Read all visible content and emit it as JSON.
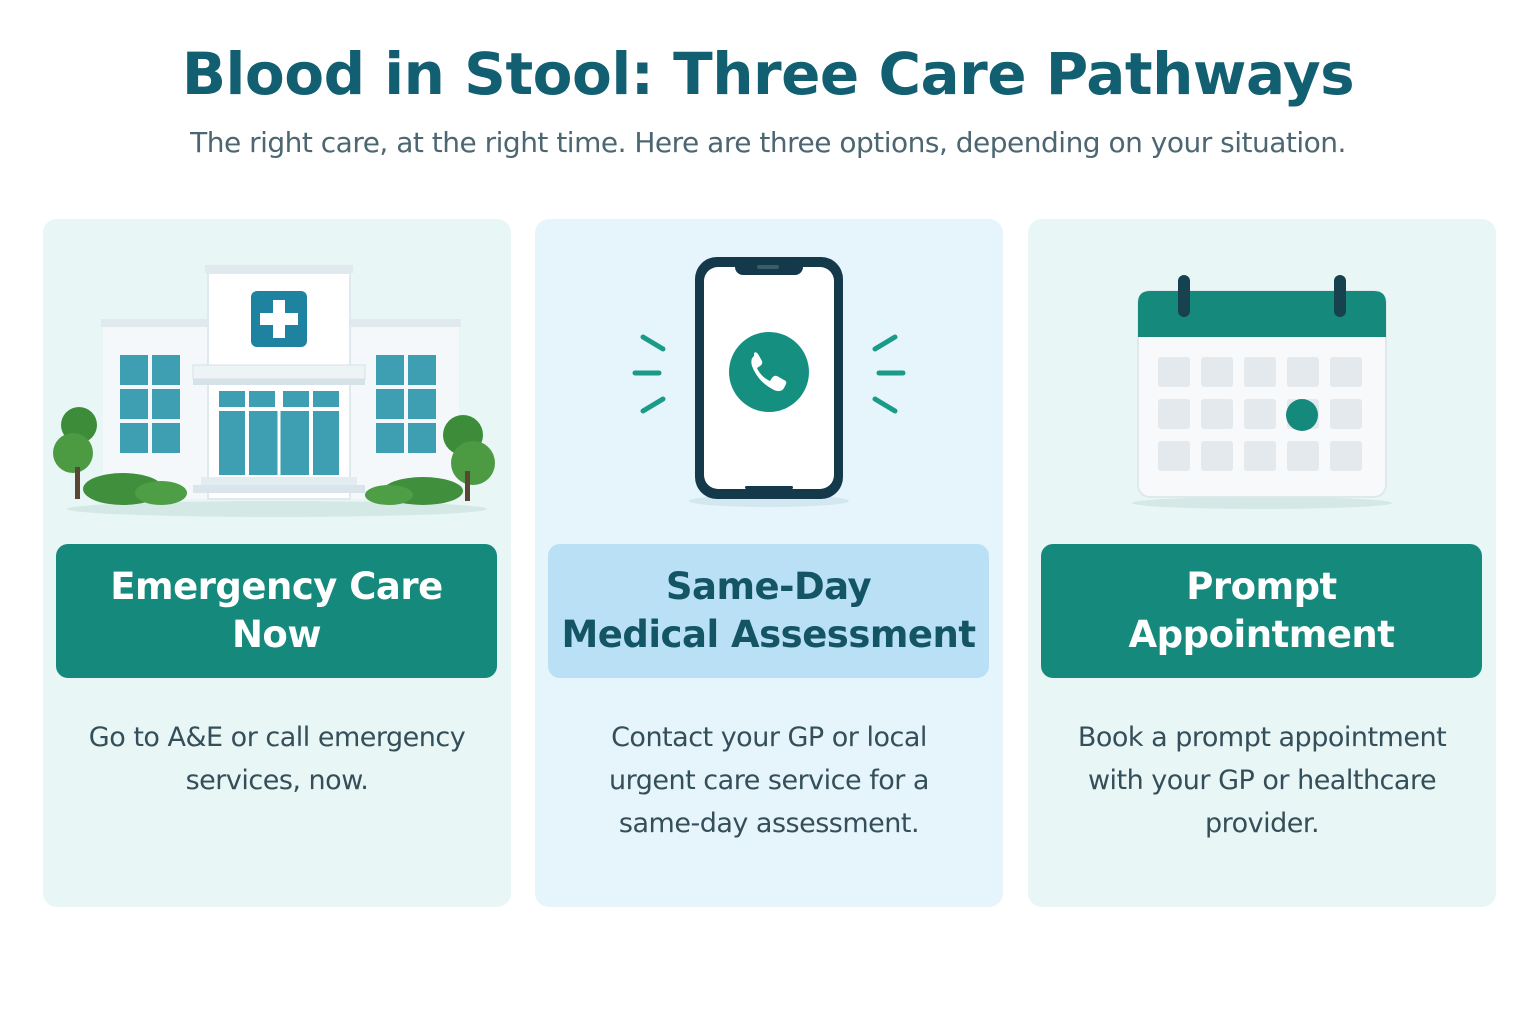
{
  "header": {
    "title": "Blood in Stool: Three Care Pathways",
    "subtitle": "The right care, at the right time. Here are three options, depending on your situation."
  },
  "cards": [
    {
      "icon": "hospital-icon",
      "title_line1": "Emergency Care",
      "title_line2": "Now",
      "description": "Go to A&E or call emergency services, now.",
      "banner_color": "#158a7c"
    },
    {
      "icon": "phone-call-icon",
      "title_line1": "Same-Day",
      "title_line2": "Medical Assessment",
      "description": "Contact your GP or local urgent care service for a same-day assessment.",
      "banner_color": "#b9e0f4"
    },
    {
      "icon": "calendar-icon",
      "title_line1": "Prompt",
      "title_line2": "Appointment",
      "description": "Book a prompt appointment with your GP or healthcare provider.",
      "banner_color": "#158a7c"
    }
  ],
  "colors": {
    "title": "#125f72",
    "accent_teal": "#158a7c",
    "card_bg": "#e8f6f6"
  }
}
